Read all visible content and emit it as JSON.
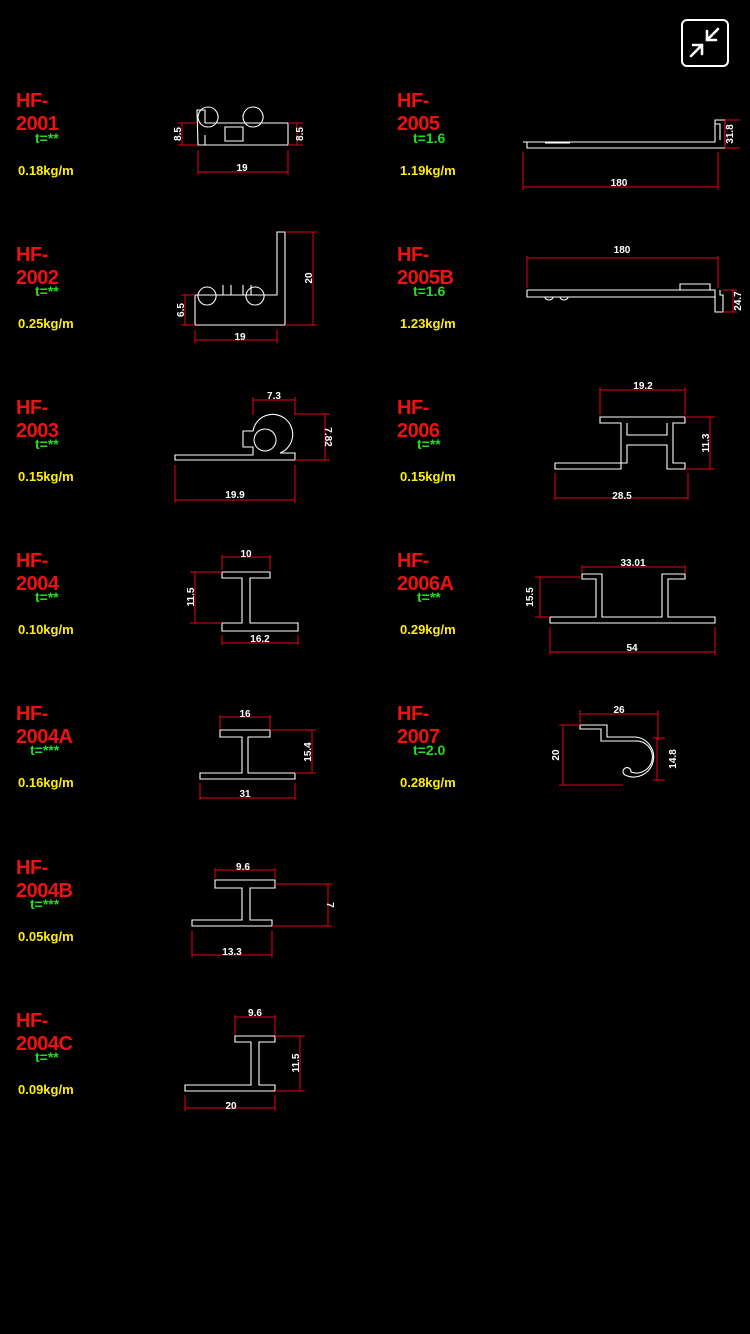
{
  "colors": {
    "code": "#ee1111",
    "thickness": "#22dd22",
    "weight": "#ffee00",
    "outline": "#ffffff",
    "dimension": "#e8001a"
  },
  "toolbar": {
    "exit_fullscreen_icon": "exit-fullscreen-icon"
  },
  "profiles": [
    {
      "code": "HF-2001",
      "thickness": "t=**",
      "weight": "0.18kg/m",
      "dims": [
        "8.5",
        "8.5",
        "19"
      ]
    },
    {
      "code": "HF-2002",
      "thickness": "t=**",
      "weight": "0.25kg/m",
      "dims": [
        "6.5",
        "20",
        "19"
      ]
    },
    {
      "code": "HF-2003",
      "thickness": "t=**",
      "weight": "0.15kg/m",
      "dims": [
        "7.3",
        "7.82",
        "19.9"
      ]
    },
    {
      "code": "HF-2004",
      "thickness": "t=**",
      "weight": "0.10kg/m",
      "dims": [
        "10",
        "11.5",
        "16.2"
      ]
    },
    {
      "code": "HF-2004A",
      "thickness": "t=***",
      "weight": "0.16kg/m",
      "dims": [
        "16",
        "15.4",
        "31"
      ]
    },
    {
      "code": "HF-2004B",
      "thickness": "t=***",
      "weight": "0.05kg/m",
      "dims": [
        "9.6",
        "7",
        "13.3"
      ]
    },
    {
      "code": "HF-2004C",
      "thickness": "t=**",
      "weight": "0.09kg/m",
      "dims": [
        "9.6",
        "11.5",
        "20"
      ]
    },
    {
      "code": "HF-2005",
      "thickness": "t=1.6",
      "weight": "1.19kg/m",
      "dims": [
        "31.8",
        "180"
      ]
    },
    {
      "code": "HF-2005B",
      "thickness": "t=1.6",
      "weight": "1.23kg/m",
      "dims": [
        "180",
        "24.7"
      ]
    },
    {
      "code": "HF-2006",
      "thickness": "t=**",
      "weight": "0.15kg/m",
      "dims": [
        "19.2",
        "11.3",
        "28.5"
      ]
    },
    {
      "code": "HF-2006A",
      "thickness": "t=**",
      "weight": "0.29kg/m",
      "dims": [
        "33.01",
        "15.5",
        "54"
      ]
    },
    {
      "code": "HF-2007",
      "thickness": "t=2.0",
      "weight": "0.28kg/m",
      "dims": [
        "26",
        "20",
        "14.8"
      ]
    }
  ]
}
